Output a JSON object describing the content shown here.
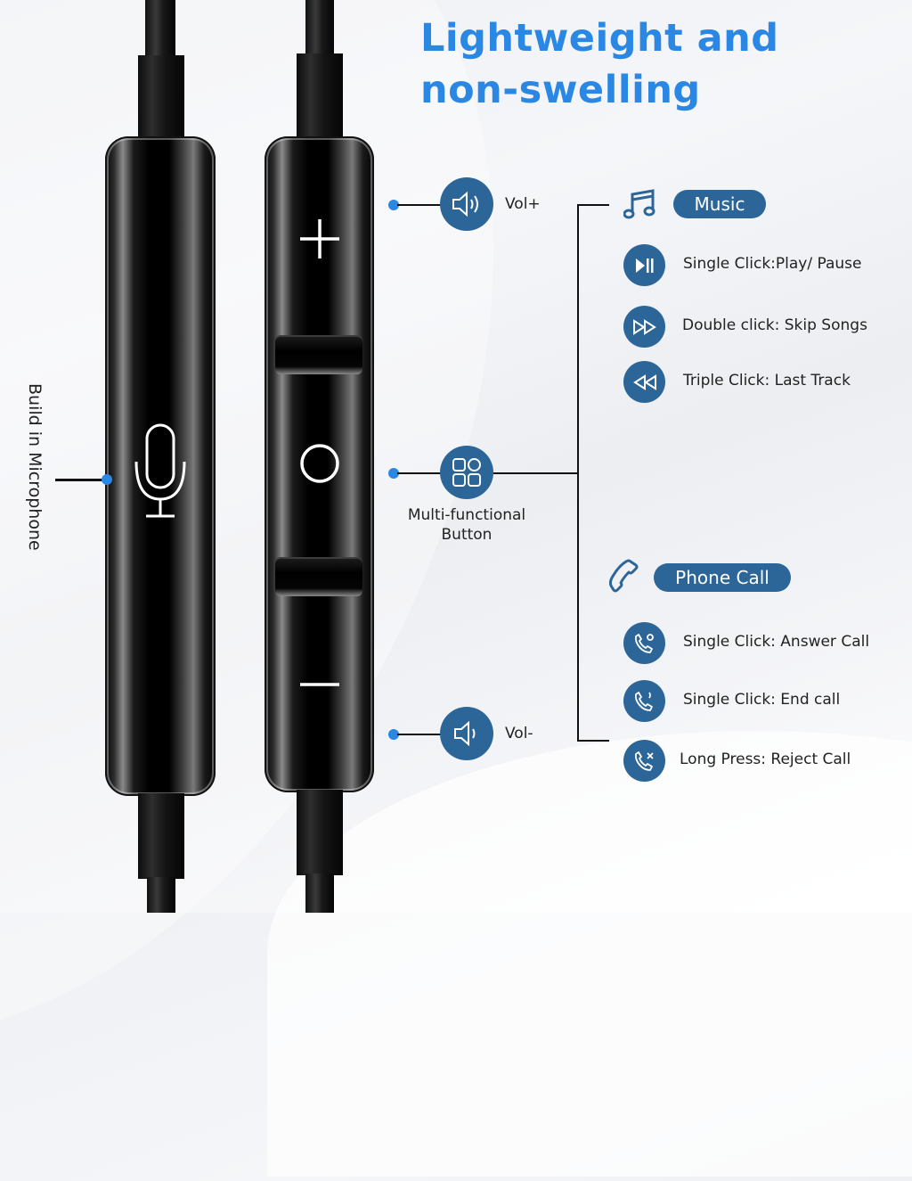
{
  "title": {
    "line1": "Lightweight and",
    "line2": "non-swelling"
  },
  "colors": {
    "accent_title": "#2a88e4",
    "icon_circle": "#2c6699",
    "dot": "#2a88e4"
  },
  "left_remote": {
    "label": "Build in Microphone",
    "icon": "microphone-icon"
  },
  "right_remote": {
    "buttons": [
      {
        "glyph": "+",
        "icon": "plus-icon"
      },
      {
        "glyph": "○",
        "icon": "circle-icon"
      },
      {
        "glyph": "—",
        "icon": "minus-icon"
      }
    ]
  },
  "callouts": {
    "vol_up": {
      "label": "Vol+",
      "icon": "speaker-loud-icon"
    },
    "multi": {
      "label_line1": "Multi-functional",
      "label_line2": "Button",
      "icon": "grid-icon"
    },
    "vol_down": {
      "label": "Vol-",
      "icon": "speaker-quiet-icon"
    }
  },
  "music": {
    "header": "Music",
    "icon": "music-note-icon",
    "items": [
      {
        "icon": "play-pause-icon",
        "text": "Single Click:Play/ Pause"
      },
      {
        "icon": "fast-forward-icon",
        "text": "Double click: Skip Songs"
      },
      {
        "icon": "rewind-icon",
        "text": "Triple Click: Last Track"
      }
    ]
  },
  "phone": {
    "header": "Phone Call",
    "icon": "phone-icon",
    "items": [
      {
        "icon": "phone-answer-icon",
        "text": "Single Click: Answer Call"
      },
      {
        "icon": "phone-end-icon",
        "text": "Single Click: End call"
      },
      {
        "icon": "phone-reject-icon",
        "text": "Long Press: Reject Call"
      }
    ]
  }
}
